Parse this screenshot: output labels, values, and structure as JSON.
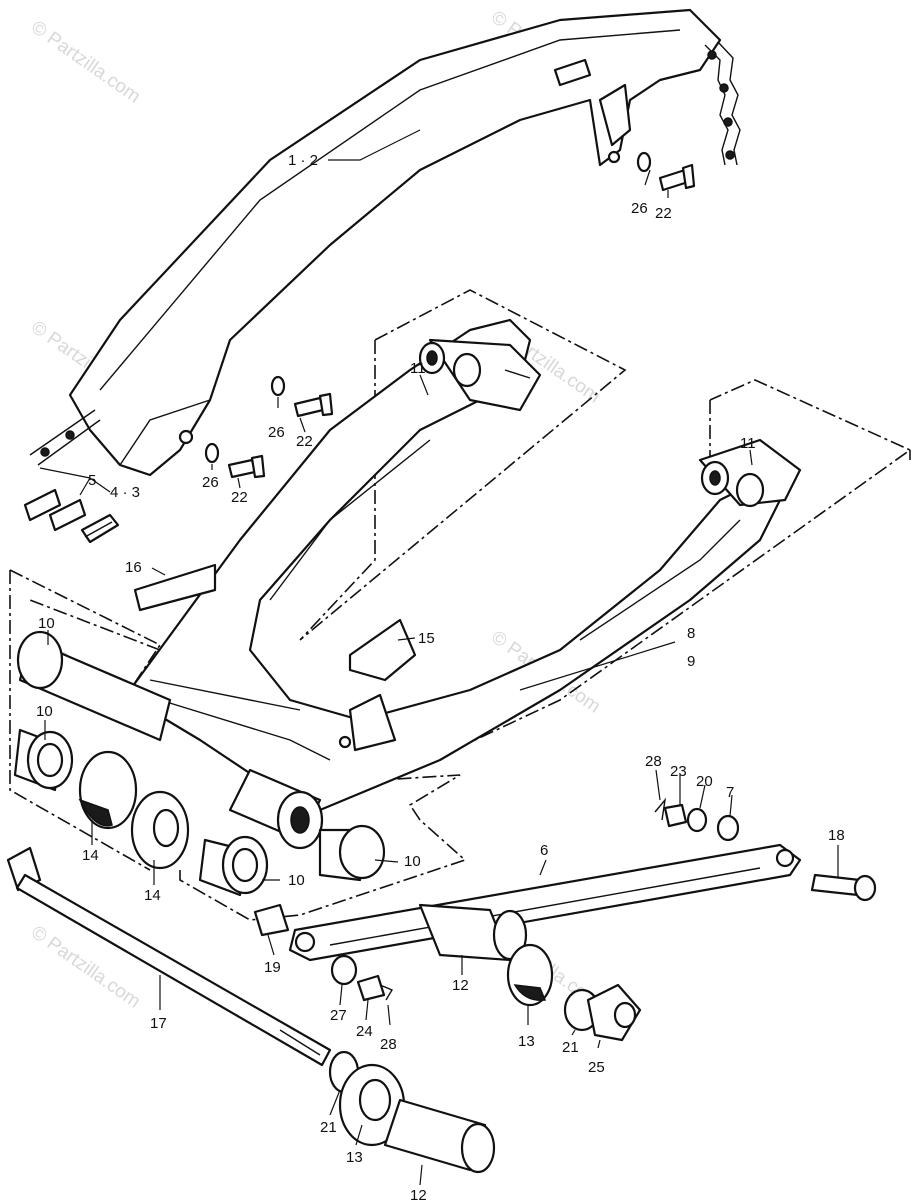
{
  "watermark": {
    "text": "© Partzilla.com"
  },
  "diagram": {
    "callouts": {
      "c_1_2": "1 · 2",
      "c_26a": "26",
      "c_22a": "22",
      "c_26b": "26",
      "c_22b": "22",
      "c_26c": "26",
      "c_22c": "22",
      "c_5": "5",
      "c_4_3": "4 · 3",
      "c_11a": "11",
      "c_11b": "11",
      "c_16": "16",
      "c_15": "15",
      "c_8": "8",
      "c_9": "9",
      "c_10a": "10",
      "c_10b": "10",
      "c_10c": "10",
      "c_10d": "10",
      "c_14a": "14",
      "c_14b": "14",
      "c_28a": "28",
      "c_23": "23",
      "c_20": "20",
      "c_7": "7",
      "c_6": "6",
      "c_18": "18",
      "c_19": "19",
      "c_17": "17",
      "c_12a": "12",
      "c_12b": "12",
      "c_27": "27",
      "c_24": "24",
      "c_28b": "28",
      "c_13a": "13",
      "c_13b": "13",
      "c_21a": "21",
      "c_21b": "21",
      "c_25": "25"
    }
  }
}
